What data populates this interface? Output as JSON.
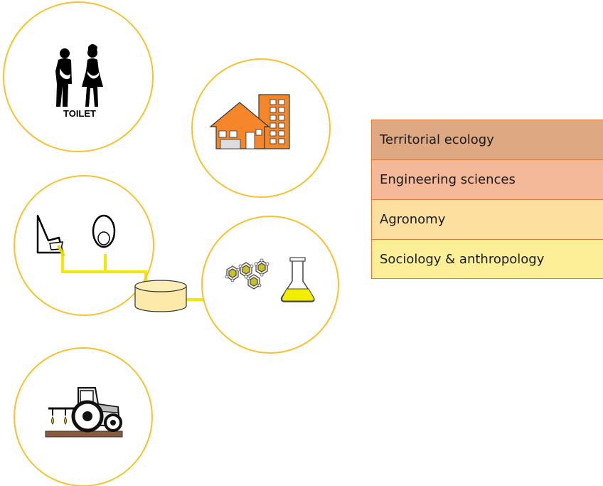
{
  "icons": {
    "toilet": {
      "label": "TOILET",
      "icon": "toilet-people-icon"
    },
    "buildings": {
      "icon": "house-and-building-icon",
      "color": "#f5862a"
    },
    "separation": {
      "icon": "urine-diverting-toilet-and-urinal-icon"
    },
    "storage": {
      "icon": "storage-tank-icon",
      "color": "#fde9a9"
    },
    "chemistry": {
      "icon": "molecules-and-flask-icon"
    },
    "agriculture": {
      "icon": "tractor-fertilizing-icon"
    }
  },
  "colors": {
    "circle_border": "#f5c230",
    "pipe": "#f7e600",
    "urine": "#e8d800"
  },
  "legend": {
    "items": [
      {
        "label": "Territorial ecology",
        "color": "#dea883"
      },
      {
        "label": "Engineering sciences",
        "color": "#f4b999"
      },
      {
        "label": "Agronomy",
        "color": "#fde0a0"
      },
      {
        "label": "Sociology & anthropology",
        "color": "#fcef97"
      }
    ]
  }
}
